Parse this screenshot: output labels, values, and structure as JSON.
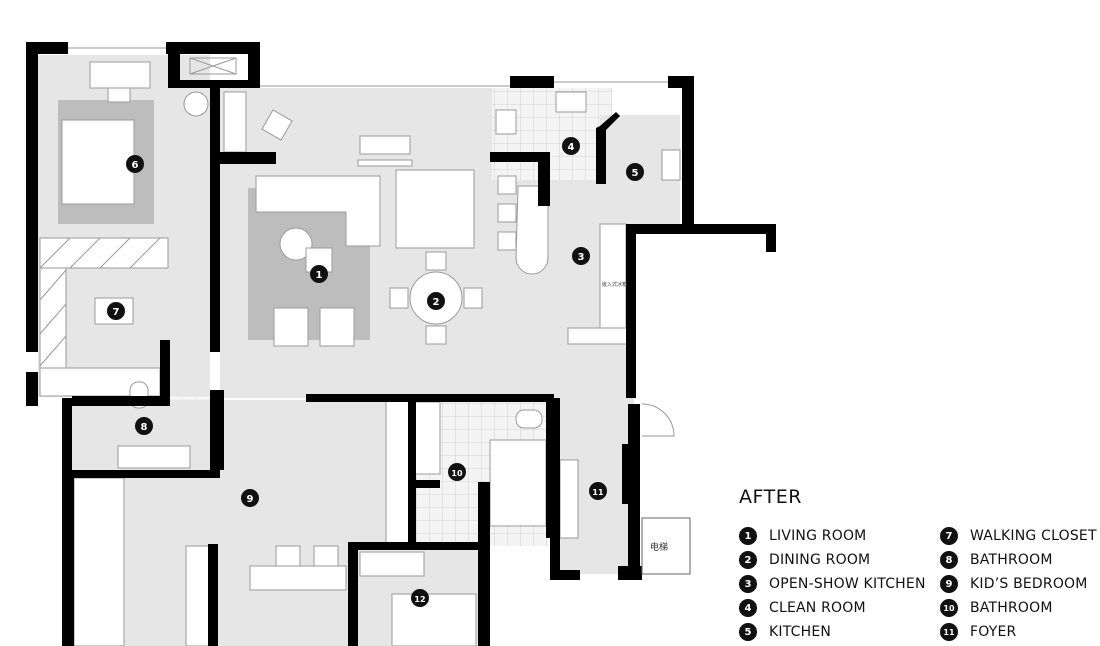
{
  "rooms": [
    {
      "num": "1",
      "name": "LIVING ROOM"
    },
    {
      "num": "2",
      "name": "DINING ROOM"
    },
    {
      "num": "3",
      "name": "OPEN-SHOW KITCHEN"
    },
    {
      "num": "4",
      "name": "CLEAN ROOM"
    },
    {
      "num": "5",
      "name": "KITCHEN"
    },
    {
      "num": "6",
      "name": ""
    },
    {
      "num": "7",
      "name": "WALKING CLOSET"
    },
    {
      "num": "8",
      "name": "BATHROOM"
    },
    {
      "num": "9",
      "name": "KID'S BEDROOM"
    },
    {
      "num": "10",
      "name": "BATHROOM"
    },
    {
      "num": "11",
      "name": "FOYER"
    },
    {
      "num": "12",
      "name": ""
    }
  ],
  "legend": {
    "title": "AFTER",
    "left": [
      {
        "num": "1",
        "name": "LIVING ROOM"
      },
      {
        "num": "2",
        "name": "DINING ROOM"
      },
      {
        "num": "3",
        "name": "OPEN-SHOW KITCHEN"
      },
      {
        "num": "4",
        "name": "CLEAN ROOM"
      },
      {
        "num": "5",
        "name": "KITCHEN"
      }
    ],
    "right": [
      {
        "num": "7",
        "name": "WALKING CLOSET"
      },
      {
        "num": "8",
        "name": "BATHROOM"
      },
      {
        "num": "9",
        "name": "KID’S BEDROOM"
      },
      {
        "num": "10",
        "name": "BATHROOM"
      },
      {
        "num": "11",
        "name": "FOYER"
      }
    ]
  },
  "labels": {
    "elevator": "电梯",
    "fridge": "嵌入式冰箱"
  },
  "colors": {
    "wall": "#000000",
    "floor": "#e6e6e6",
    "rug": "#bdbdbd",
    "furniture": "#ffffff",
    "tile_line": "#c8c8c8",
    "badge": "#111111"
  }
}
